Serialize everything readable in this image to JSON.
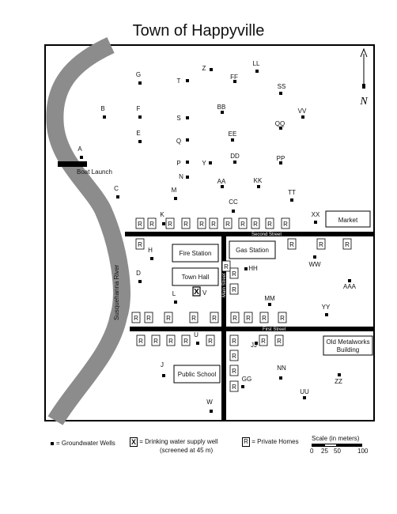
{
  "title": "Town of Happyville",
  "river": {
    "label": "Susquehanna River",
    "color": "#8c8c8c"
  },
  "boat_launch": {
    "label": "Boat Launch"
  },
  "streets": {
    "second": "Second Street",
    "first": "First Street",
    "main": "Main Street"
  },
  "buildings": {
    "market": "Market",
    "fire_station": "Fire Station",
    "gas_station": "Gas Station",
    "town_hall": "Town Hall",
    "public_school": "Public School",
    "old_metalworks": [
      "Old Metalworks",
      "Building"
    ]
  },
  "compass": {
    "label": "N"
  },
  "wells": [
    {
      "id": "A"
    },
    {
      "id": "B"
    },
    {
      "id": "C"
    },
    {
      "id": "D"
    },
    {
      "id": "E"
    },
    {
      "id": "F"
    },
    {
      "id": "G"
    },
    {
      "id": "H"
    },
    {
      "id": "J"
    },
    {
      "id": "K"
    },
    {
      "id": "L"
    },
    {
      "id": "M"
    },
    {
      "id": "N"
    },
    {
      "id": "P"
    },
    {
      "id": "Q"
    },
    {
      "id": "S"
    },
    {
      "id": "T"
    },
    {
      "id": "U"
    },
    {
      "id": "V"
    },
    {
      "id": "W"
    },
    {
      "id": "Y"
    },
    {
      "id": "Z"
    },
    {
      "id": "AA"
    },
    {
      "id": "BB"
    },
    {
      "id": "CC"
    },
    {
      "id": "DD"
    },
    {
      "id": "EE"
    },
    {
      "id": "FF"
    },
    {
      "id": "GG"
    },
    {
      "id": "HH"
    },
    {
      "id": "JJ"
    },
    {
      "id": "KK"
    },
    {
      "id": "LL"
    },
    {
      "id": "MM"
    },
    {
      "id": "NN"
    },
    {
      "id": "PP"
    },
    {
      "id": "QQ"
    },
    {
      "id": "SS"
    },
    {
      "id": "TT"
    },
    {
      "id": "UU"
    },
    {
      "id": "VV"
    },
    {
      "id": "WW"
    },
    {
      "id": "XX"
    },
    {
      "id": "YY"
    },
    {
      "id": "ZZ"
    },
    {
      "id": "AAA"
    }
  ],
  "home_marker": "R",
  "supply_marker": "X",
  "legend": {
    "groundwater": "= Groundwater Wells",
    "supply": "= Drinking water supply well",
    "supply_note": "(screened at 45 m)",
    "homes": "= Private Homes",
    "scale_title": "Scale (in meters)",
    "scale_ticks": [
      "0",
      "25",
      "50",
      "100"
    ]
  }
}
